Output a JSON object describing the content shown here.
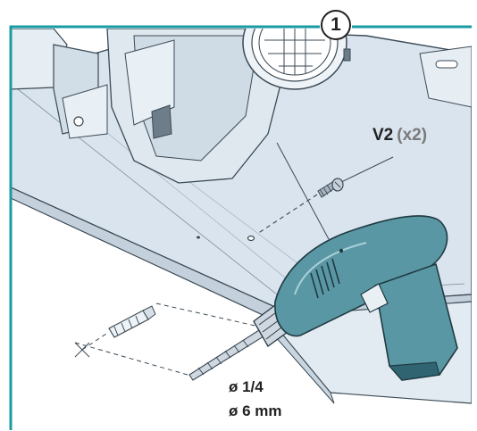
{
  "step": {
    "number": "1"
  },
  "screw": {
    "code": "V2",
    "quantity": "(x2)"
  },
  "drill_bit": {
    "size_imperial": "ø 1/4",
    "size_metric": "ø 6 mm"
  },
  "colors": {
    "frame": "#1a9aa3",
    "unit_body": "#d6e2ec",
    "unit_line": "#3b4a55",
    "drill_body": "#5a97a4",
    "drill_dark": "#2f6470",
    "quantity_text": "#7a7a7a"
  }
}
